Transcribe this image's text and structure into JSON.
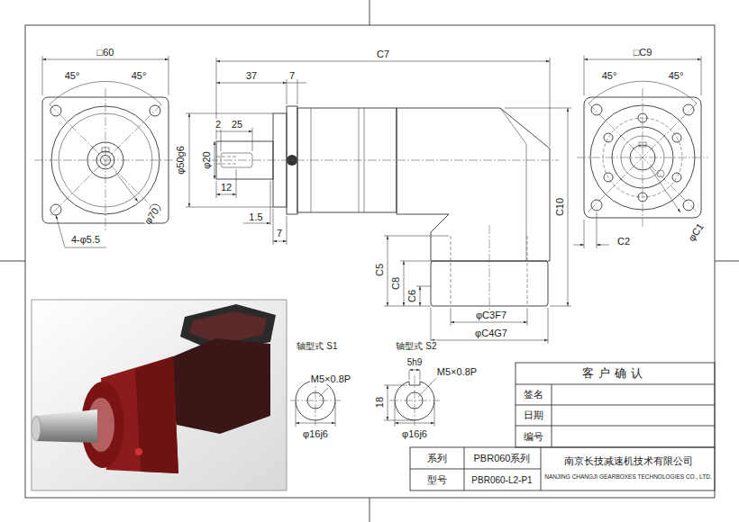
{
  "diagram": {
    "labels": [
      "□60",
      "45°",
      "45°",
      "4-φ5.5",
      "φ70",
      "C7",
      "37",
      "7",
      "2",
      "25",
      "φ50g6",
      "φ20",
      "12",
      "1.5",
      "7",
      "C10",
      "C5",
      "C8",
      "C6",
      "φC3F7",
      "φC4G7",
      "□C9",
      "45°",
      "45°",
      "C2",
      "φC1",
      "轴型式 S1",
      "M5×0.8P",
      "φ16j6",
      "轴型式 S2",
      "5h9",
      "M5×0.8P",
      "18",
      "φ16j6",
      "客户确认",
      "签名",
      "日期",
      "编号",
      "系列",
      "PBR060系列",
      "型号",
      "PBR060-L2-P1",
      "南京长技减速机技术有限公司",
      "NANJING CHANGJI GEARBOXES TECHNOLOGIES CO., LTD."
    ]
  }
}
